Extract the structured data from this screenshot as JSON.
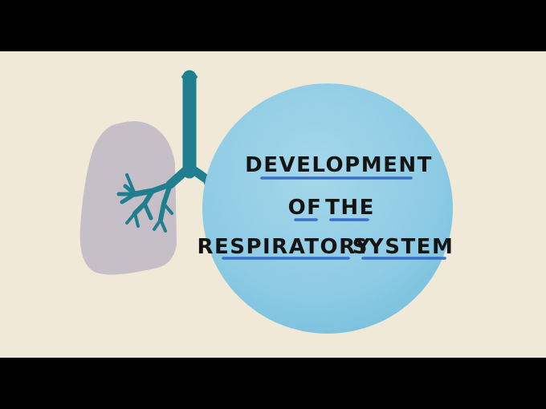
{
  "title": {
    "line1": "Development",
    "line2a": "of",
    "line2b": "the",
    "line3a": "Respiratory",
    "line3b": "System"
  },
  "colors": {
    "background": "#f1e9d8",
    "letterbox": "#000000",
    "lung": "#c6bfc8",
    "airway": "#1f7f8f",
    "circle": "#8fcde6",
    "underline": "#3a6fc7",
    "text": "#141414"
  },
  "illustration": {
    "lung_icon": "lung-icon",
    "airway_icon": "trachea-bronchi-icon"
  }
}
